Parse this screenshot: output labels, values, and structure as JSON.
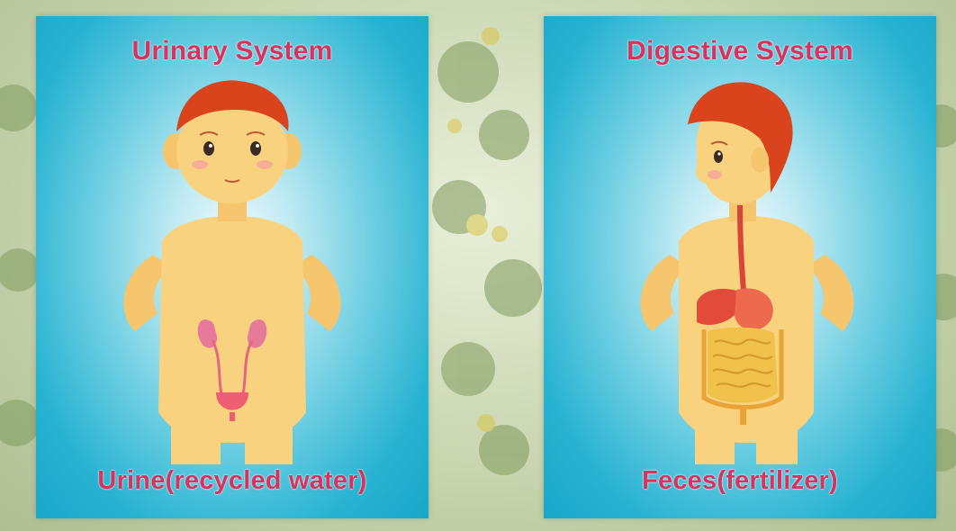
{
  "panels": [
    {
      "title": "Urinary System",
      "caption": "Urine(recycled water)"
    },
    {
      "title": "Digestive System",
      "caption": "Feces(fertilizer)"
    }
  ],
  "colors": {
    "label": "#d6335e",
    "panel_blue": "#1aa6c8",
    "skin": "#f9d27f",
    "hair": "#d9441c",
    "kidney": "#e77a9a",
    "intestine": "#f0c24b",
    "stomach": "#e24a3a"
  }
}
